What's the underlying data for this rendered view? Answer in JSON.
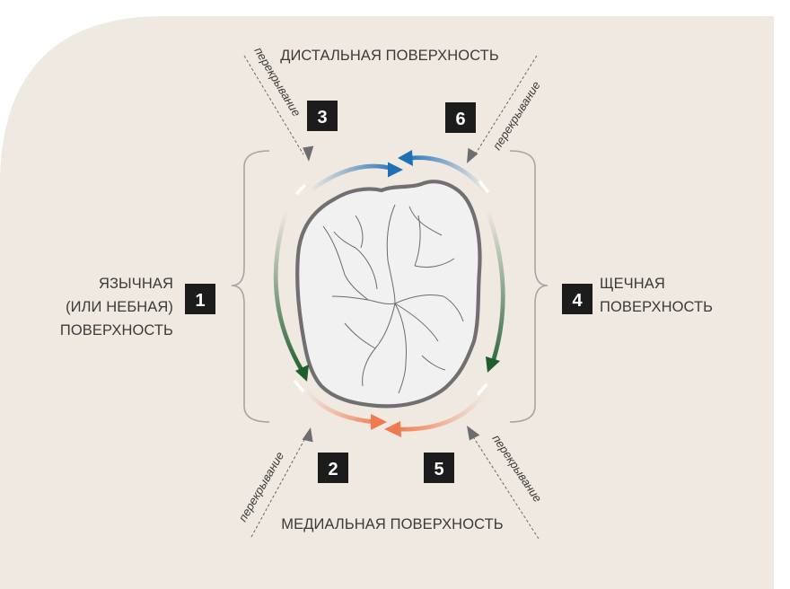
{
  "surfaces": {
    "distal": "ДИСТАЛЬНАЯ ПОВЕРХНОСТЬ",
    "medial": "МЕДИАЛЬНАЯ ПОВЕРХНОСТЬ",
    "lingual": [
      "ЯЗЫЧНАЯ",
      "(ИЛИ НЕБНАЯ)",
      "ПОВЕРХНОСТЬ"
    ],
    "buccal": [
      "ЩЕЧНАЯ",
      "ПОВЕРХНОСТЬ"
    ]
  },
  "overlap_label": "перекрывание",
  "steps": [
    "1",
    "2",
    "3",
    "4",
    "5",
    "6"
  ],
  "colors": {
    "panel": "#efe9e1",
    "blue_arrow": "#1f6fb5",
    "green_arrow": "#1e5e2c",
    "orange_arrow": "#f07a50",
    "tooth_fill": "#f1f1f1",
    "tooth_outline": "#707070",
    "number_box": "#1c1c1c"
  }
}
